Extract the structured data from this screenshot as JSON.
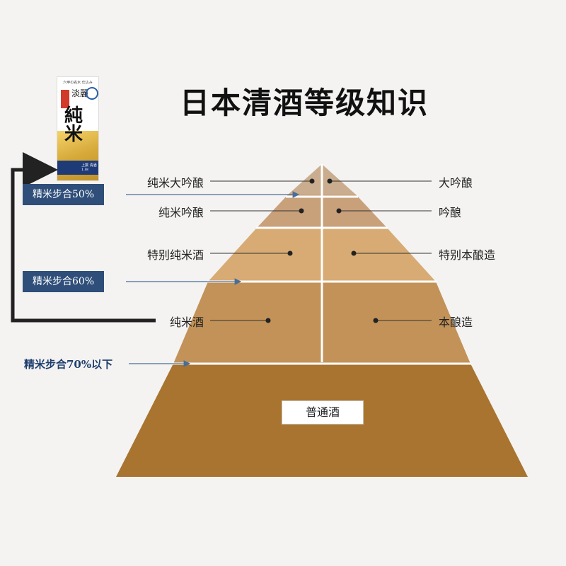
{
  "title": "日本清酒等级知识",
  "product": {
    "top_text": "六甲の名水 仕込み",
    "brand": "淡麗",
    "name": "純米",
    "volume": "上撰 清酒 1.8ℓ"
  },
  "pyramid": {
    "left_labels": [
      "纯米大吟酿",
      "纯米吟酿",
      "特别纯米酒",
      "纯米酒"
    ],
    "right_labels": [
      "大吟酿",
      "吟酿",
      "特别本酿造",
      "本酿造"
    ],
    "base_label": "普通酒"
  },
  "polish": {
    "level_50": "精米步合50%",
    "level_60": "精米步合60%",
    "level_70": "精米步合70%以下"
  },
  "colors": {
    "tier1": "#c9ad8e",
    "tier2": "#c8a07a",
    "tier3": "#d7ab73",
    "tier4": "#c29258",
    "tier5": "#a87430",
    "badge": "#2f4f7a",
    "arrow": "#4a6d98"
  }
}
